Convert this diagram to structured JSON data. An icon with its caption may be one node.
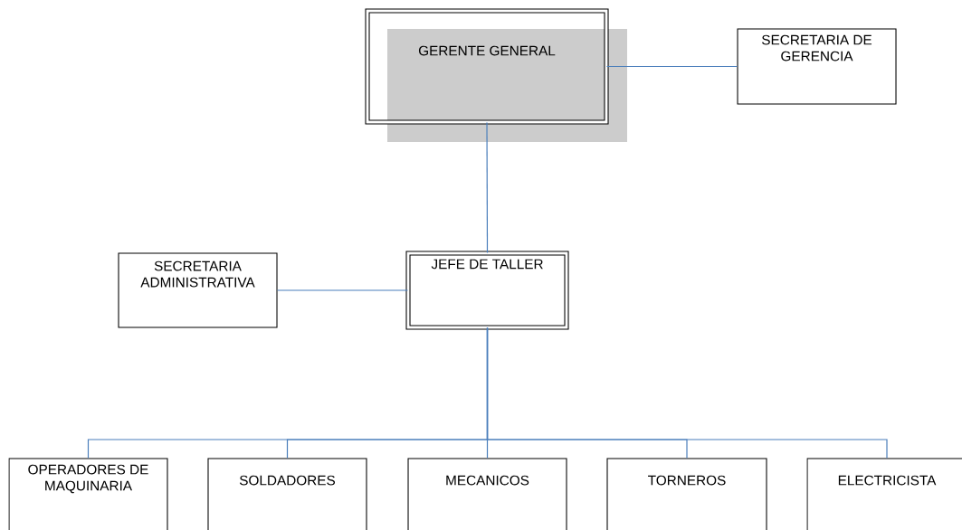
{
  "diagram": {
    "nodes": [
      {
        "text": [
          "GERENTE GENERAL"
        ]
      },
      {
        "text": [
          "SECRETARIA DE GERENCIA"
        ]
      },
      {
        "text": [
          "SECRETARIA ADMINISTRATIVA"
        ]
      },
      {
        "text": [
          "JEFE DE TALLER"
        ]
      },
      {
        "text": [
          "OPERADORES DE MAQUINARIA"
        ]
      },
      {
        "text": [
          "SOLDADORES"
        ]
      },
      {
        "text": [
          "MECANICOS"
        ]
      },
      {
        "text": [
          "TORNEROS"
        ]
      },
      {
        "text": [
          "ELECTRICISTA"
        ]
      }
    ],
    "edges": [
      {
        "from": 0,
        "to": 1,
        "arrow": "none"
      },
      {
        "from": 0,
        "to": 3,
        "arrow": "none"
      },
      {
        "from": 3,
        "to": 2,
        "arrow": "none"
      },
      {
        "from": 3,
        "to": 4,
        "arrow": "none"
      },
      {
        "from": 3,
        "to": 5,
        "arrow": "none"
      },
      {
        "from": 3,
        "to": 6,
        "arrow": "none"
      },
      {
        "from": 3,
        "to": 7,
        "arrow": "none"
      },
      {
        "from": 3,
        "to": 8,
        "arrow": "none"
      }
    ]
  }
}
